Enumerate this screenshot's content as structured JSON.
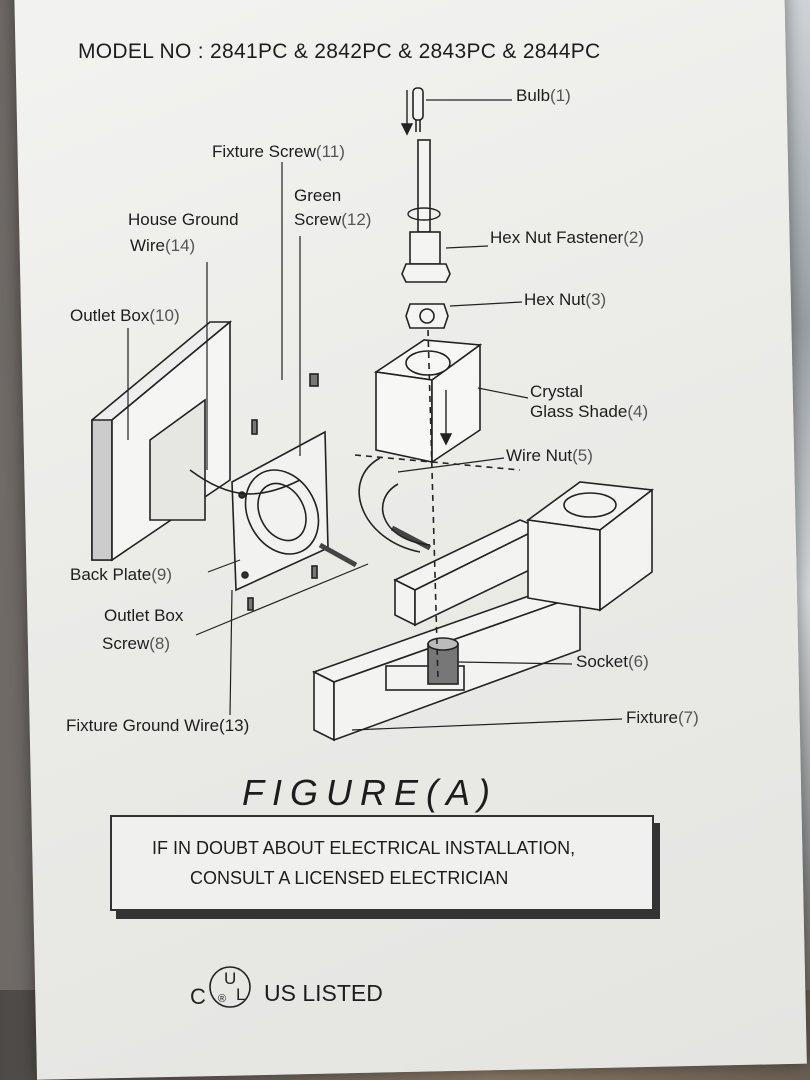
{
  "header": {
    "model": "MODEL NO : 2841PC & 2842PC & 2843PC & 2844PC"
  },
  "labels": [
    {
      "id": "bulb",
      "text": "Bulb",
      "num": "(1)"
    },
    {
      "id": "fixture-screw",
      "text": "Fixture Screw",
      "num": "(11)"
    },
    {
      "id": "green-screw-1",
      "text": "Green"
    },
    {
      "id": "green-screw-2",
      "text": "Screw",
      "num": "(12)"
    },
    {
      "id": "house-ground-1",
      "text": "House Ground"
    },
    {
      "id": "house-ground-2",
      "text": "Wire",
      "num": "(14)"
    },
    {
      "id": "hex-nut-fastener",
      "text": "Hex Nut Fastener",
      "num": "(2)"
    },
    {
      "id": "hex-nut",
      "text": "Hex Nut",
      "num": "(3)"
    },
    {
      "id": "outlet-box",
      "text": "Outlet Box",
      "num": "(10)"
    },
    {
      "id": "crystal-1",
      "text": "Crystal"
    },
    {
      "id": "crystal-2",
      "text": "Glass Shade",
      "num": "(4)"
    },
    {
      "id": "wire-nut",
      "text": "Wire Nut",
      "num": "(5)"
    },
    {
      "id": "back-plate",
      "text": "Back Plate",
      "num": "(9)"
    },
    {
      "id": "outlet-screw-1",
      "text": "Outlet Box"
    },
    {
      "id": "outlet-screw-2",
      "text": "Screw",
      "num": "(8)"
    },
    {
      "id": "socket",
      "text": "Socket",
      "num": "(6)"
    },
    {
      "id": "fixture",
      "text": "Fixture",
      "num": "(7)"
    },
    {
      "id": "fixture-ground",
      "text": "Fixture Ground Wire(13)"
    }
  ],
  "figure_title": "FIGURE(A)",
  "warning": {
    "line1": "IF IN DOUBT ABOUT ELECTRICAL INSTALLATION,",
    "line2": "CONSULT A LICENSED ELECTRICIAN"
  },
  "certification": {
    "mark_letters": [
      "C",
      "U",
      "L",
      "®"
    ],
    "text": "US LISTED"
  }
}
